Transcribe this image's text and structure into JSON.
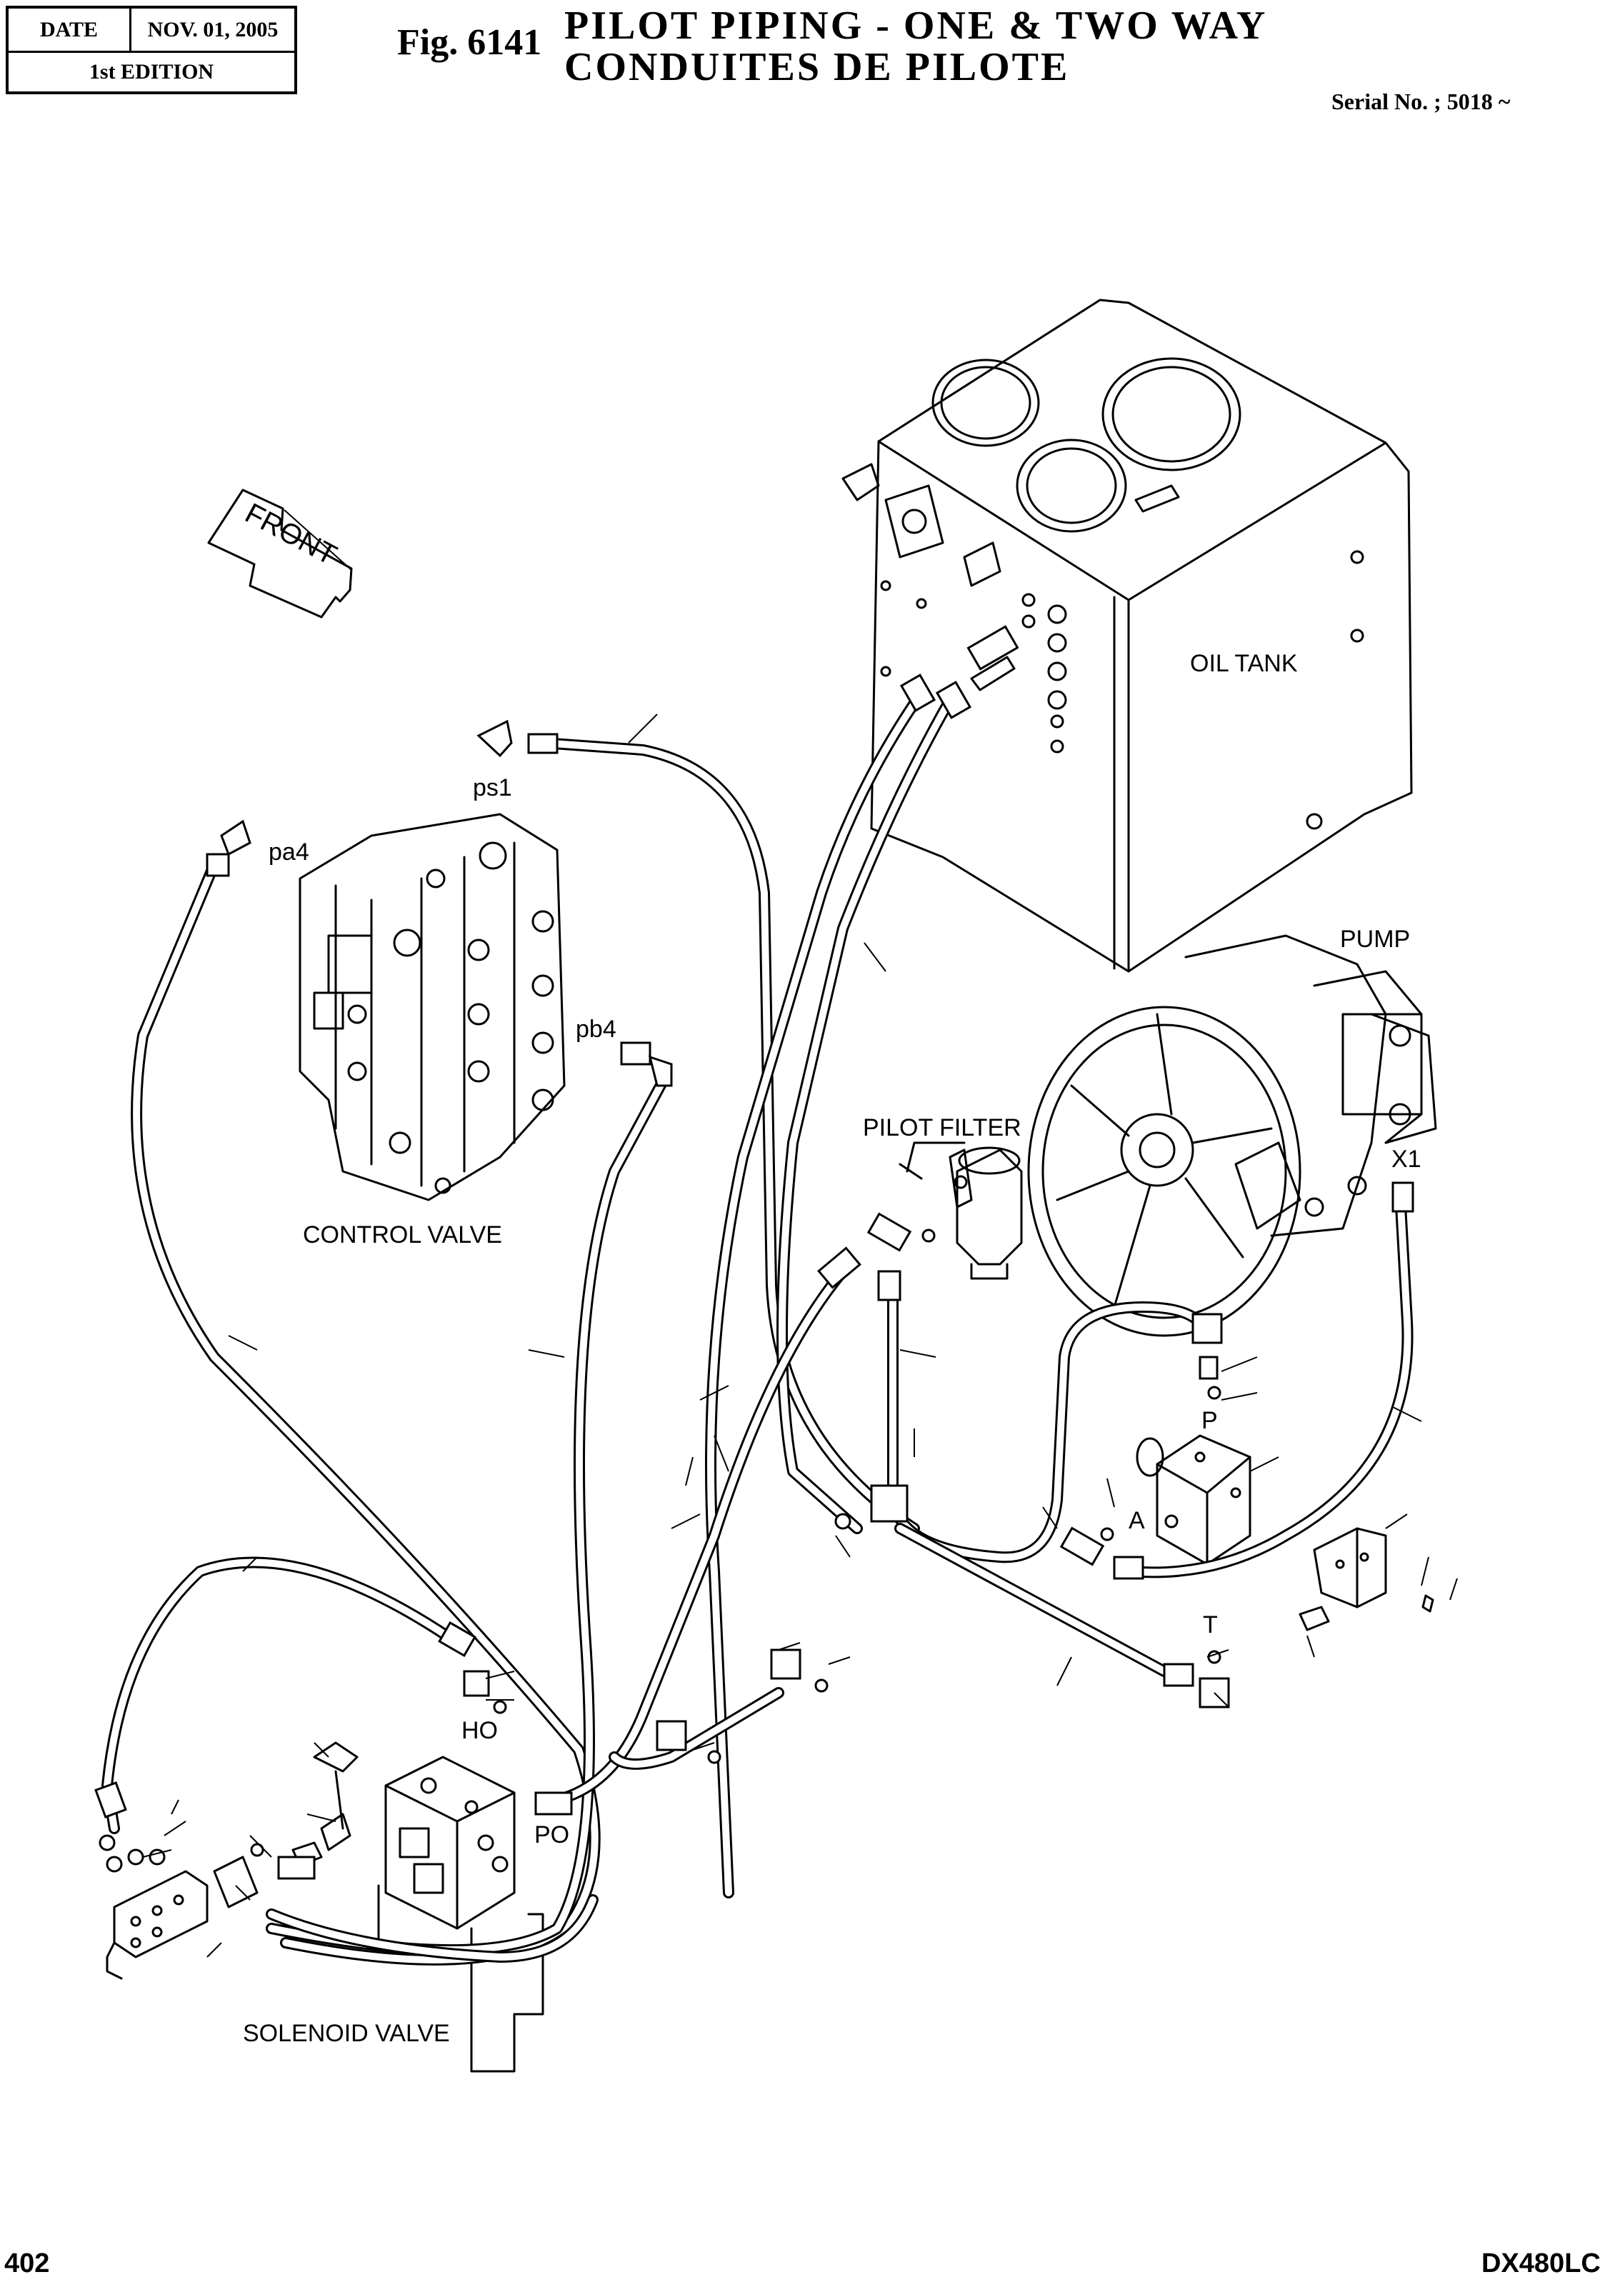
{
  "header": {
    "date_label": "DATE",
    "date_value": "NOV. 01, 2005",
    "edition": "1st EDITION",
    "fig_number": "Fig. 6141",
    "title_en": "PILOT PIPING - ONE & TWO WAY",
    "title_fr": "CONDUITES DE PILOTE",
    "serial": "Serial No. ; 5018 ~"
  },
  "labels": {
    "front": "FRONT",
    "oil_tank": "OIL TANK",
    "pump": "PUMP",
    "pilot_filter": "PILOT FILTER",
    "control_valve": "CONTROL VALVE",
    "solenoid_valve": "SOLENOID VALVE",
    "ps1": "ps1",
    "pa4": "pa4",
    "pb4": "pb4",
    "x1": "X1",
    "p": "P",
    "a": "A",
    "t": "T",
    "ho": "HO",
    "po": "PO"
  },
  "footer": {
    "page": "402",
    "model": "DX480LC"
  }
}
